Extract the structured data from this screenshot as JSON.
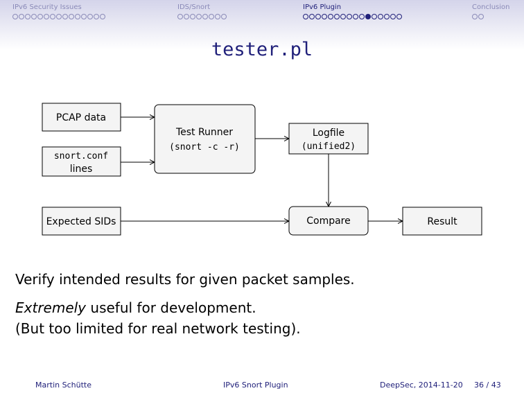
{
  "nav": {
    "sections": [
      {
        "label": "IPv6 Security Issues",
        "slides": 15,
        "active": false
      },
      {
        "label": "IDS/Snort",
        "slides": 8,
        "active": false
      },
      {
        "label": "IPv6 Plugin",
        "slides": 16,
        "current_index": 10,
        "active": true
      },
      {
        "label": "Conclusion",
        "slides": 2,
        "active": false
      }
    ]
  },
  "slide": {
    "title": "tester.pl",
    "diagram": {
      "pcap": "PCAP data",
      "snort_conf": "snort.conf",
      "snort_conf_2": "lines",
      "expected": "Expected SIDs",
      "runner": "Test Runner",
      "runner_cmd": "(snort -c -r)",
      "logfile": "Logfile",
      "logfile_fmt": "(unified2)",
      "compare": "Compare",
      "result": "Result"
    },
    "line1": "Verify intended results for given packet samples.",
    "line2_em": "Extremely",
    "line2_rest": " useful for development.",
    "line3": "(But too limited for real network testing)."
  },
  "footer": {
    "author": "Martin Schütte",
    "talk": "IPv6 Snort Plugin",
    "event": "DeepSec, 2014-11-20",
    "page": "36 / 43"
  }
}
